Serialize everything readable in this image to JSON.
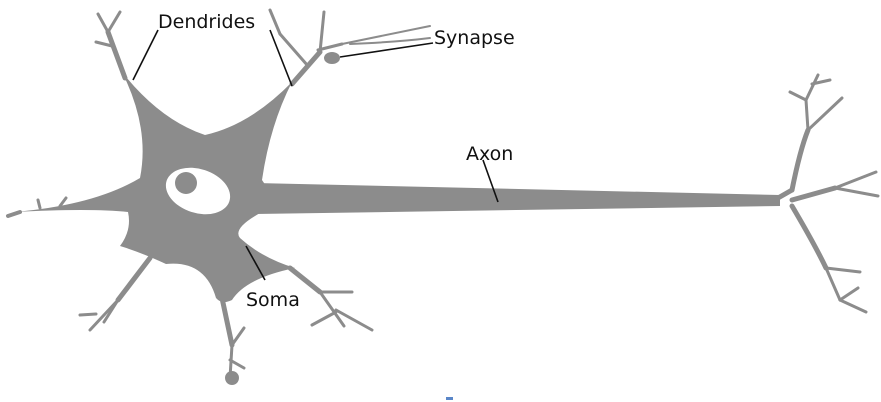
{
  "labels": {
    "dendrides": "Dendrides",
    "synapse": "Synapse",
    "axon": "Axon",
    "soma": "Soma"
  },
  "colors": {
    "neuron_fill": "#8c8c8c",
    "background": "#ffffff",
    "text": "#111111",
    "nucleus_fill": "#ffffff",
    "nucleolus_fill": "#8c8c8c",
    "blue_mark": "#5a86c8"
  }
}
